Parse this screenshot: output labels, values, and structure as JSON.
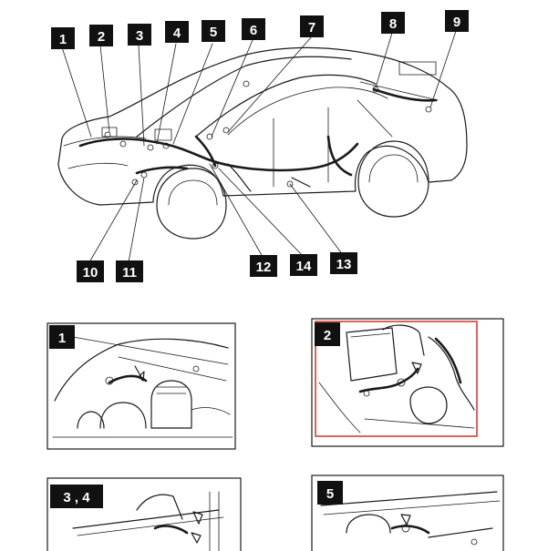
{
  "diagram": {
    "callouts": [
      {
        "id": "1",
        "label": "1"
      },
      {
        "id": "2",
        "label": "2"
      },
      {
        "id": "3",
        "label": "3"
      },
      {
        "id": "4",
        "label": "4"
      },
      {
        "id": "5",
        "label": "5"
      },
      {
        "id": "6",
        "label": "6"
      },
      {
        "id": "7",
        "label": "7"
      },
      {
        "id": "8",
        "label": "8"
      },
      {
        "id": "9",
        "label": "9"
      },
      {
        "id": "10",
        "label": "10"
      },
      {
        "id": "11",
        "label": "11"
      },
      {
        "id": "12",
        "label": "12"
      },
      {
        "id": "13",
        "label": "13"
      },
      {
        "id": "14",
        "label": "14"
      }
    ],
    "detail_views": [
      {
        "id": "view-1",
        "label": "1"
      },
      {
        "id": "view-2",
        "label": "2",
        "highlighted": true
      },
      {
        "id": "view-3-4",
        "label": "3 , 4"
      },
      {
        "id": "view-5",
        "label": "5"
      }
    ],
    "highlight_color": "#d9534f"
  }
}
